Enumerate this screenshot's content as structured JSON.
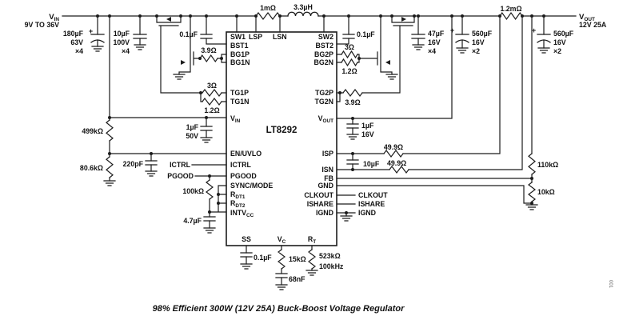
{
  "header": {
    "caption": "98% Efficient 300W (12V 25A) Buck-Boost Voltage Regulator",
    "corner_note": "001"
  },
  "io": {
    "vin_main": "V",
    "vin_sub": "IN",
    "vin_range": "9V TO 36V",
    "vout_main": "V",
    "vout_sub": "OUT",
    "vout_rating": "12V 25A"
  },
  "ic": {
    "name": "LT8292",
    "pins": {
      "sw1": "SW1",
      "lsp": "LSP",
      "lsn": "LSN",
      "sw2": "SW2",
      "bst1": "BST1",
      "bst2": "BST2",
      "bg1p": "BG1P",
      "bg1n": "BG1N",
      "bg2p": "BG2P",
      "bg2n": "BG2N",
      "tg1p": "TG1P",
      "tg1n": "TG1N",
      "tg2p": "TG2P",
      "tg2n": "TG2N",
      "vin_main": "V",
      "vin_sub": "IN",
      "vout_main": "V",
      "vout_sub": "OUT",
      "en": "EN/UVLO",
      "ictrl": "ICTRL",
      "pgood": "PGOOD",
      "sync": "SYNC/MODE",
      "rdt1_main": "R",
      "rdt1_sub": "DT1",
      "rdt2_main": "R",
      "rdt2_sub": "DT2",
      "intvcc_main": "INTV",
      "intvcc_sub": "CC",
      "isp": "ISP",
      "isn": "ISN",
      "fb": "FB",
      "gnd": "GND",
      "clkout": "CLKOUT",
      "ishare": "ISHARE",
      "ignd": "IGND",
      "ss": "SS",
      "vc_main": "V",
      "vc_sub": "C",
      "rt_main": "R",
      "rt_sub": "T"
    }
  },
  "signals": {
    "ictrl": "ICTRL",
    "pgood": "PGOOD",
    "clkout": "CLKOUT",
    "ishare": "ISHARE",
    "ignd": "IGND"
  },
  "components": {
    "plus": "+",
    "cin_bulk": "180µF",
    "cin_bulk_v": "63V",
    "cin_bulk_n": "×4",
    "cin_cer": "10µF",
    "cin_cer_v": "100V",
    "cin_cer_n": "×4",
    "cbst1": "0.1µF",
    "cbst2": "0.1µF",
    "rbg1": "3.9Ω",
    "rtg1p": "3Ω",
    "rtg1n": "1.2Ω",
    "rbg2p": "3Ω",
    "rbg2n": "1.2Ω",
    "rtg2": "3.9Ω",
    "rsense_l": "1mΩ",
    "inductor": "3.3µH",
    "rsense_out": "1.2mΩ",
    "cout_cer": "47µF",
    "cout_cer_v": "16V",
    "cout_cer_n": "×4",
    "cout_bulk1": "560µF",
    "cout_bulk1_v": "16V",
    "cout_bulk1_n": "×2",
    "cout_bulk2": "560µF",
    "cout_bulk2_v": "16V",
    "cout_bulk2_n": "×2",
    "ruv_top": "499kΩ",
    "ruv_bot": "80.6kΩ",
    "cen": "220pF",
    "cvin": "1µF",
    "cvin_v": "50V",
    "rpgood": "100kΩ",
    "cintvcc": "4.7µF",
    "cvout": "1µF",
    "cvout_v": "16V",
    "risp": "49.9Ω",
    "cisp": "10µF",
    "risn": "49.9Ω",
    "rfb_top": "110kΩ",
    "rfb_bot": "10kΩ",
    "css": "0.1µF",
    "rvc": "15kΩ",
    "cvc": "68nF",
    "rrt": "523kΩ",
    "rrt_freq": "100kHz"
  }
}
